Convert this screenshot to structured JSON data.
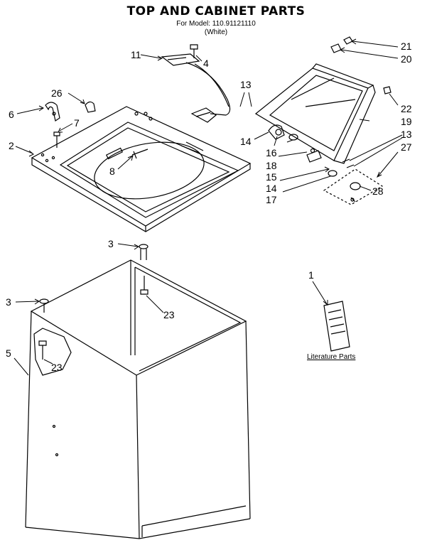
{
  "title": "TOP AND CABINET PARTS",
  "model_line": "For Model: 110.91121110",
  "color_line": "(White)",
  "literature_caption": "Literature Parts",
  "callouts": {
    "c1": "1",
    "c2": "2",
    "c3a": "3",
    "c3b": "3",
    "c4": "4",
    "c5": "5",
    "c6": "6",
    "c7": "7",
    "c8": "8",
    "c11": "11",
    "c13a": "13",
    "c13b": "13",
    "c14a": "14",
    "c14b": "14",
    "c15": "15",
    "c16": "16",
    "c17": "17",
    "c18": "18",
    "c19": "19",
    "c20": "20",
    "c21": "21",
    "c22": "22",
    "c23a": "23",
    "c23b": "23",
    "c26": "26",
    "c27": "27",
    "c28": "28"
  }
}
